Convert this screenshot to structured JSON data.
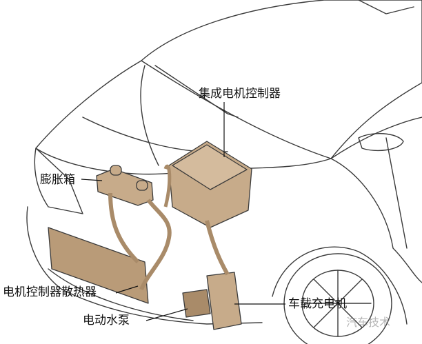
{
  "labels": {
    "integrated_motor_controller": "集成电机控制器",
    "expansion_tank": "膨胀箱",
    "controller_radiator": "电机控制器散热器",
    "electric_water_pump": "电动水泵",
    "onboard_charger": "车载充电机"
  },
  "watermark": "汽车技术",
  "colors": {
    "line": "#3a3a3a",
    "component_fill": "#c7ab8a",
    "component_shadow": "#a98b69",
    "background": "#ffffff"
  }
}
